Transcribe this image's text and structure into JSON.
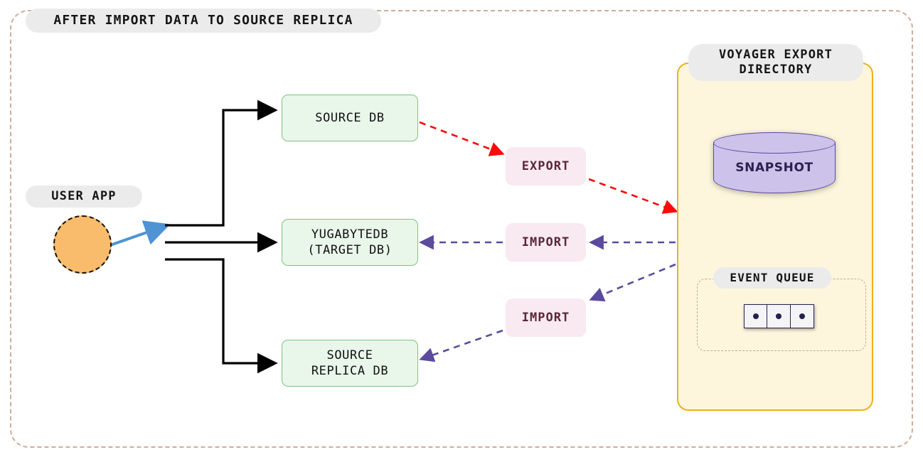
{
  "diagram": {
    "title": "AFTER IMPORT DATA TO SOURCE REPLICA",
    "colors": {
      "outer_border": "#cbae9c",
      "pill_bg": "#ebebeb",
      "db_fill": "#e9f6ea",
      "db_border": "#7cc47f",
      "user_app_fill": "#f9bc6d",
      "action_label_bg": "#f8eaf0",
      "action_label_text": "#5b2638",
      "voyager_fill": "#fdf6dd",
      "voyager_border": "#efaf1f",
      "snapshot_fill": "#cdc2ea",
      "snapshot_border": "#5b4a9e",
      "export_arrow": "#fa0a0a",
      "import_arrow": "#5b4a9e",
      "user_arrow": "#4e93d4",
      "flow_arrow": "#000000"
    }
  },
  "user_app": {
    "label": "USER APP"
  },
  "databases": [
    {
      "id": "source-db",
      "label": "SOURCE DB"
    },
    {
      "id": "target-db",
      "line1": "YUGABYTEDB",
      "line2": "(TARGET DB)"
    },
    {
      "id": "source-replica-db",
      "line1": "SOURCE",
      "line2": "REPLICA DB"
    }
  ],
  "actions": {
    "export": "EXPORT",
    "import_target": "IMPORT",
    "import_replica": "IMPORT"
  },
  "voyager": {
    "title_line1": "VOYAGER EXPORT",
    "title_line2": "DIRECTORY",
    "snapshot_label": "SNAPSHOT",
    "event_queue": {
      "label": "EVENT QUEUE",
      "cells": [
        "event",
        "event",
        "event"
      ]
    }
  }
}
